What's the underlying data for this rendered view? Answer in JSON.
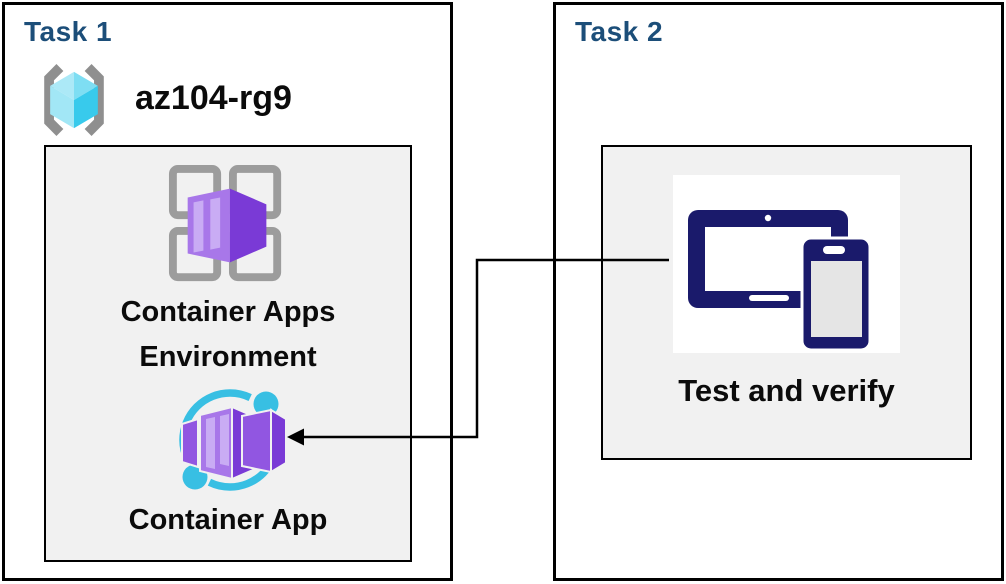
{
  "colors": {
    "title_navy": "#1C4E79",
    "text_black": "#0B0B0B",
    "panel_bg": "#F1F1F1",
    "panel_border": "#000000",
    "outer_border": "#000000",
    "connector_black": "#000000",
    "device_navy": "#1A1A6B",
    "device_screen_gray": "#E5E5E5",
    "ring_cyan": "#38BFE3",
    "purple_face_light": "#A877E9",
    "purple_face_dark": "#7A3AD6",
    "purple_stripe": "#C9ACF4",
    "purple_flap": "#9156E1",
    "frame_gray": "#9C9C9C",
    "bracket_gray": "#8F8F8F",
    "rg_top_left": "#ACE9F7",
    "rg_top_right": "#7EDEF3",
    "rg_bottom_left": "#A2E7F6",
    "rg_bottom_right": "#38CAEC"
  },
  "task1": {
    "title": "Task 1",
    "resource_group": {
      "icon": "resource-group-icon",
      "name": "az104-rg9"
    },
    "environment_panel": {
      "environment_icon": "container-apps-environment-icon",
      "environment_label_line1": "Container Apps",
      "environment_label_line2": "Environment",
      "app_icon": "container-app-icon",
      "app_label": "Container App"
    }
  },
  "task2": {
    "title": "Task 2",
    "verify_panel": {
      "devices_icon": "tablet-and-phone-icon",
      "label": "Test and verify"
    }
  }
}
